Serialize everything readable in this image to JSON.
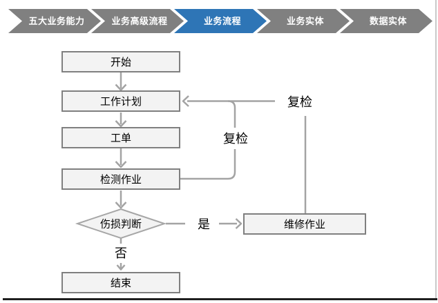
{
  "breadcrumb": {
    "items": [
      {
        "label": "五大业务能力",
        "active": false
      },
      {
        "label": "业务高级流程",
        "active": false
      },
      {
        "label": "业务流程",
        "active": true
      },
      {
        "label": "业务实体",
        "active": false
      },
      {
        "label": "数据实体",
        "active": false
      }
    ]
  },
  "flowchart": {
    "nodes": [
      {
        "id": "start",
        "label": "开始",
        "shape": "rect"
      },
      {
        "id": "work-plan",
        "label": "工作计划",
        "shape": "rect"
      },
      {
        "id": "work-order",
        "label": "工单",
        "shape": "rect"
      },
      {
        "id": "inspection",
        "label": "检测作业",
        "shape": "rect"
      },
      {
        "id": "damage-decision",
        "label": "伤损判断",
        "shape": "diamond"
      },
      {
        "id": "repair",
        "label": "维修作业",
        "shape": "rect"
      },
      {
        "id": "end",
        "label": "结束",
        "shape": "rect"
      }
    ],
    "edge_labels": {
      "yes": "是",
      "no": "否",
      "recheck_mid": "复检",
      "recheck_right": "复检"
    }
  },
  "colors": {
    "chevron_gray": "#808080",
    "chevron_active": "#2E75B6",
    "chevron_text": "#FFFFFF",
    "node_fill": "#F3F3F3",
    "node_border": "#7F7F7F",
    "diamond_border": "#A6A6A6",
    "connector": "#A3A3A3",
    "text": "#000000",
    "bottom_rule": "#1F1F1F",
    "side_border": "#C9C9C9"
  }
}
